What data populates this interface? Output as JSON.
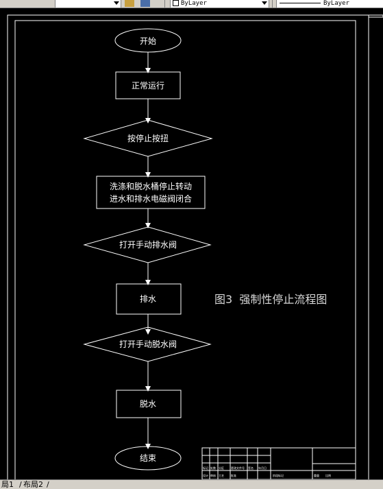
{
  "toolbar": {
    "layer_dropdown": "ByLayer",
    "linetype_dropdown": "ByLayer"
  },
  "flowchart": {
    "start": "开始",
    "normal_run": "正常运行",
    "press_stop": "按停止按扭",
    "stop_line1": "洗涤和脱水桶停止转动",
    "stop_line2": "进水和排水电磁阀闭合",
    "open_drain": "打开手动排水阀",
    "drain": "排水",
    "open_spin": "打开手动脱水阀",
    "spin": "脱水",
    "end": "结束"
  },
  "caption": "图3  强制性停止流程图",
  "title_block": {
    "cells": [
      "标记",
      "处数",
      "分区",
      "更改文件号",
      "签名",
      "年月日",
      "设计",
      "审核",
      "工艺",
      "批准",
      "阶段标记",
      "重量",
      "比例"
    ]
  },
  "tabs": {
    "layout1": "局1",
    "layout2": "布局2"
  }
}
